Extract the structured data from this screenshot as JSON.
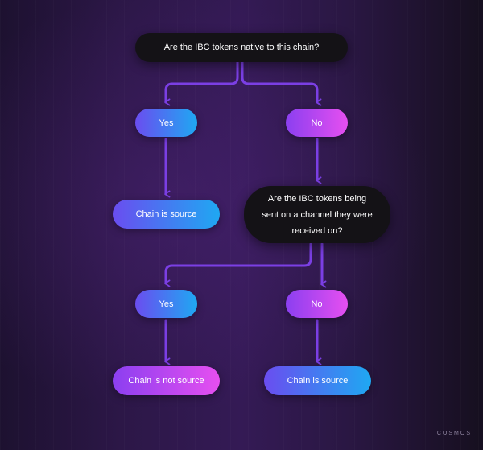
{
  "flowchart": {
    "question1": "Are the IBC tokens native to this chain?",
    "answer1_yes": "Yes",
    "answer1_no": "No",
    "result_yes1": "Chain is source",
    "question2_line1": "Are the IBC tokens being",
    "question2_line2": "sent on a channel they were",
    "question2_line3": "received on?",
    "answer2_yes": "Yes",
    "answer2_no": "No",
    "result_yes2": "Chain is not source",
    "result_no2": "Chain is source"
  },
  "brand": {
    "logo": "COSMOS"
  },
  "colors": {
    "arrow": "#7b3fe4",
    "blue_start": "#6a4df0",
    "blue_end": "#1fa8f2",
    "pink_start": "#8b3ff0",
    "pink_end": "#e64ff0",
    "question_bg": "#141216"
  }
}
